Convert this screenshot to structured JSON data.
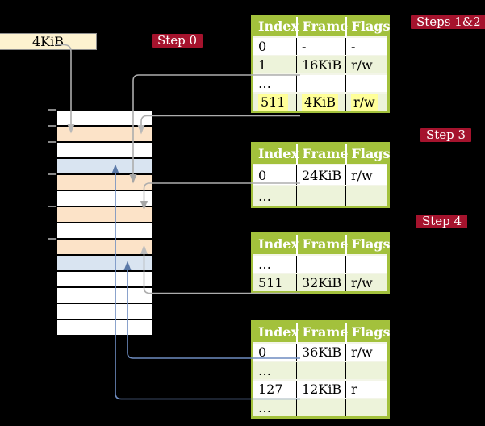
{
  "frame_box": {
    "label": "4KiB"
  },
  "badges": [
    {
      "label": "Step 0"
    },
    {
      "label": "Steps 1&2"
    },
    {
      "label": "Step 3"
    },
    {
      "label": "Step 4"
    }
  ],
  "tables": [
    {
      "headers": [
        "Index",
        "Frame",
        "Flags"
      ],
      "rows": [
        [
          "0",
          "-",
          "-"
        ],
        [
          "1",
          "16KiB",
          "r/w"
        ],
        [
          "…",
          "",
          ""
        ],
        [
          "511",
          "4KiB",
          "r/w"
        ]
      ],
      "highlighted_row": "511 4KiB r/w"
    },
    {
      "headers": [
        "Index",
        "Frame",
        "Flags"
      ],
      "rows": [
        [
          "0",
          "24KiB",
          "r/w"
        ],
        [
          "…",
          "",
          ""
        ]
      ]
    },
    {
      "headers": [
        "Index",
        "Frame",
        "Flags"
      ],
      "rows": [
        [
          "…",
          "",
          ""
        ],
        [
          "511",
          "32KiB",
          "r/w"
        ]
      ]
    },
    {
      "headers": [
        "Index",
        "Frame",
        "Flags"
      ],
      "rows": [
        [
          "0",
          "36KiB",
          "r/w"
        ],
        [
          "…",
          "",
          ""
        ],
        [
          "127",
          "12KiB",
          "r"
        ],
        [
          "…",
          "",
          ""
        ]
      ]
    }
  ],
  "memory_stack": {
    "row_types": [
      "free",
      "table",
      "free",
      "page",
      "table",
      "free",
      "table",
      "free",
      "table",
      "page",
      "free",
      "free",
      "free",
      "free"
    ]
  },
  "colors": {
    "background": "#000000",
    "frame_box_fill": "#fdf2d0",
    "badge_red": "#a5132d",
    "table_header_green": "#a3c13c",
    "table_row_green": "#edf3da",
    "highlight_yellow": "#ffff99",
    "memory_table_peach": "#fce3c8",
    "memory_page_blue": "#d9e4f1",
    "arrow_gray": "#adadad",
    "arrow_blue": "#5b79a8"
  }
}
